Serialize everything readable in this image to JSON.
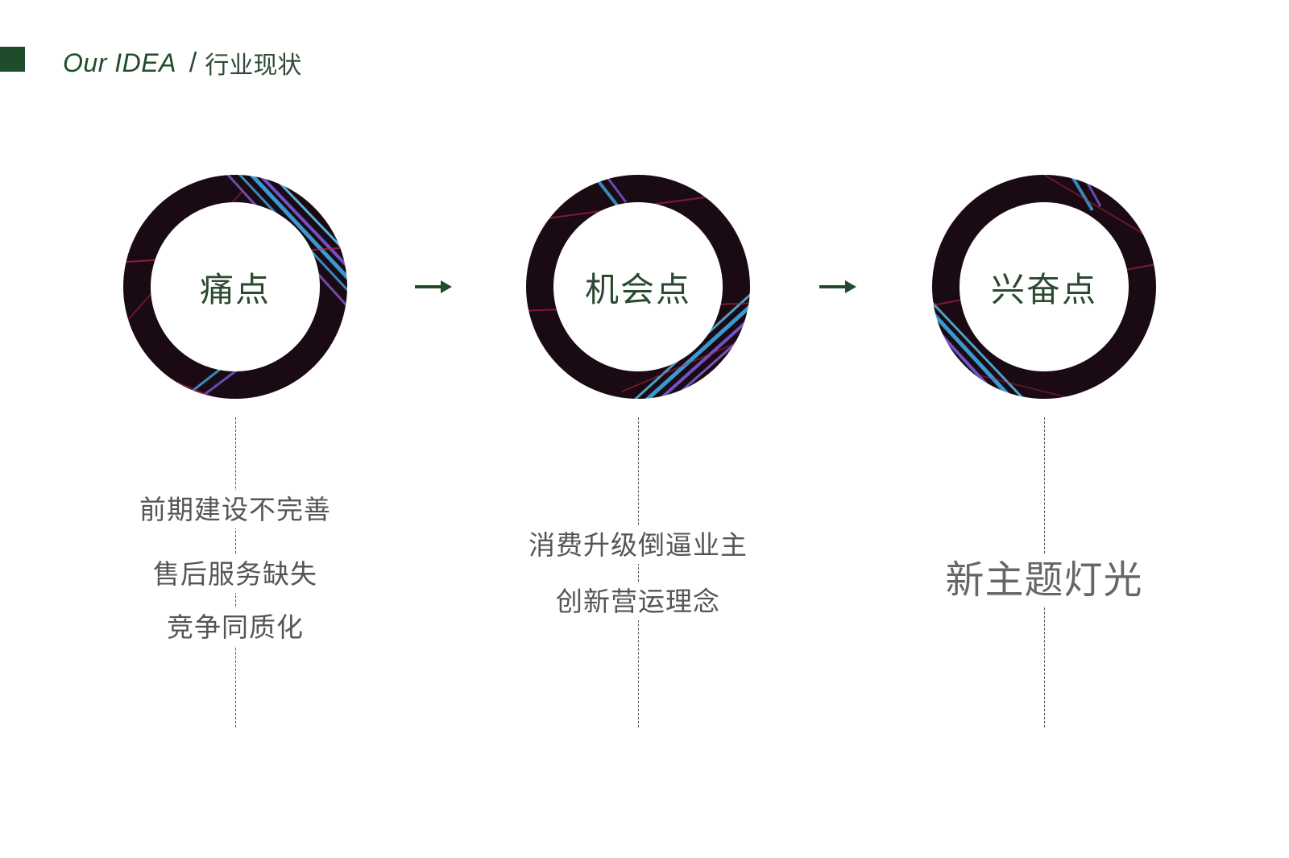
{
  "header": {
    "title_en": "Our IDEA",
    "separator": "/",
    "title_cn": "行业现状"
  },
  "stages": [
    {
      "label": "痛点",
      "items": [
        "前期建设不完善",
        "售后服务缺失",
        "竞争同质化"
      ]
    },
    {
      "label": "机会点",
      "items": [
        "消费升级倒逼业主",
        "创新营运理念"
      ]
    },
    {
      "label": "兴奋点",
      "items": [
        "新主题灯光"
      ]
    }
  ],
  "colors": {
    "accent_green": "#1f4d2b",
    "ring_dark": "#1a0a14",
    "stripe_blue": "#3fa9e6",
    "stripe_violet": "#7a5bd6",
    "stripe_red": "#c8224e",
    "body_text": "#555555"
  }
}
